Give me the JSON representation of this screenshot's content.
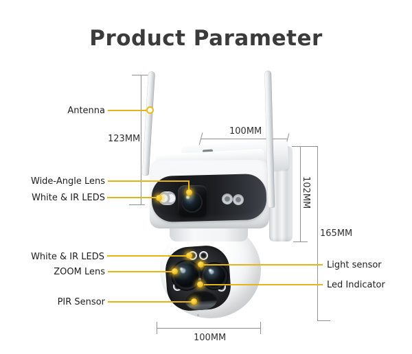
{
  "title": "Product Parameter",
  "part_labels": {
    "antenna": "Antenna",
    "wide_angle_lens": "Wide-Angle Lens",
    "white_ir_leds_top": "White & IR LEDS",
    "white_ir_leds_bottom": "White & IR LEDS",
    "zoom_lens": "ZOOM Lens",
    "pir_sensor": "PIR Sensor",
    "light_sensor": "Light sensor",
    "led_indicator": "Led Indicator"
  },
  "dimensions": {
    "antenna_height": "123MM",
    "top_width": "100MM",
    "body_height": "102MM",
    "total_height": "165MM",
    "base_width": "100MM"
  },
  "colors": {
    "accent_yellow": "#e6b414",
    "dimension_gray": "#909090",
    "label_text": "#1d1d1d",
    "title_text": "#3b3b3b"
  }
}
